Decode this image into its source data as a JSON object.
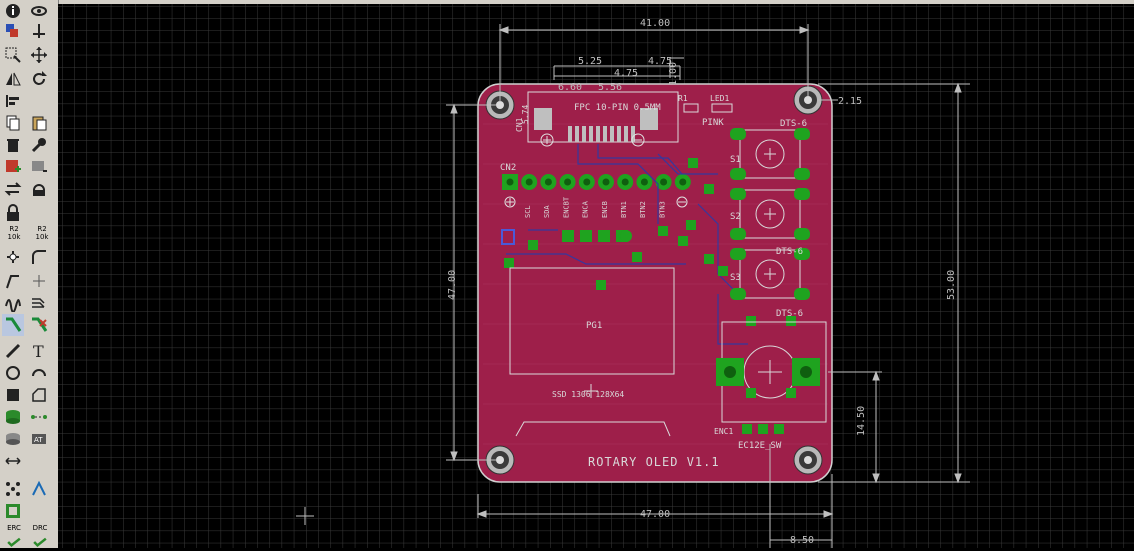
{
  "toolbar": {
    "resistor_ref": "R2",
    "resistor_value": "10k",
    "resistor_ref2": "R2",
    "resistor_value2": "10k",
    "erc_label": "ERC",
    "drc_label": "DRC",
    "text_tool": "T"
  },
  "board": {
    "title": "ROTARY OLED V1.1",
    "display_ref": "PG1",
    "display_desc": "SSD 1306 128X64",
    "conn_ref": "CN2",
    "fpc_label": "FPC 10-PIN 0.5MM",
    "cn1_label": "CN1",
    "led_ref": "LED1",
    "led_color": "PINK",
    "r_ref": "R1",
    "switch_label_1": "DTS-6",
    "switch_label_2": "DTS-6",
    "switch_label_3": "DTS-6",
    "s1": "S1",
    "s2": "S2",
    "s3": "S3",
    "enc_ref": "ENC1",
    "enc_part": "EC12E_SW",
    "pin_labels": [
      "SCL",
      "SDA",
      "ENCBT",
      "ENCA",
      "ENCB",
      "BTN1",
      "BTN2",
      "BTN3"
    ]
  },
  "dimensions": {
    "top_width": "41.00",
    "bottom_width": "47.00",
    "left_height": "47.00",
    "right_height": "53.00",
    "enc_height": "14.50",
    "enc_offset": "8.50",
    "hole_offset": "2.15",
    "fpc_a": "5.25",
    "fpc_b": "4.75",
    "fpc_c": "6.60",
    "fpc_d": "4.75",
    "fpc_e": "1.00",
    "fpc_f": "5.56",
    "side_label": "5.74"
  },
  "colors": {
    "board": "#9e1f4a",
    "grid": "#3a3a3a",
    "pad": "#1fa31f",
    "dim": "#bfbfbf"
  }
}
